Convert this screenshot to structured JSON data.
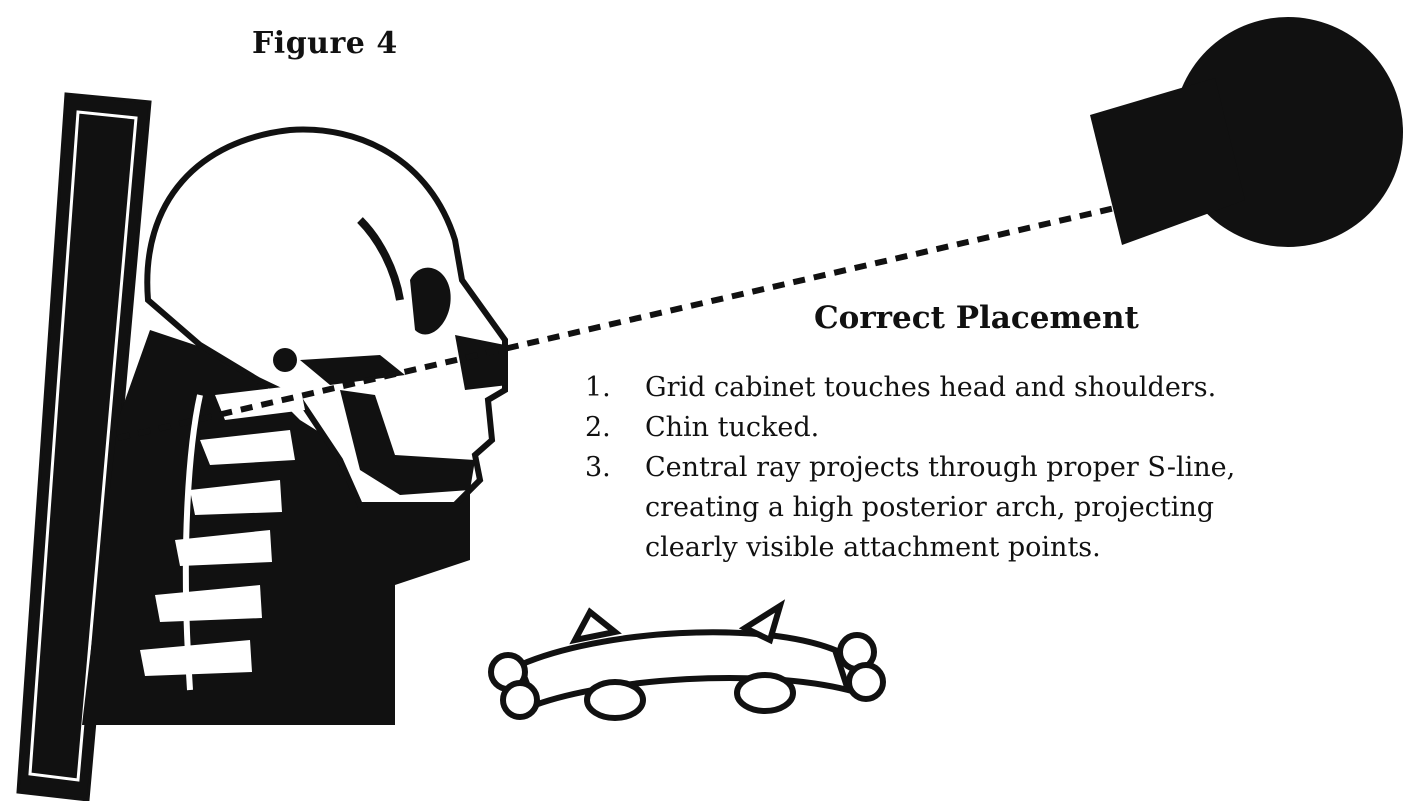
{
  "figure_label": "Figure 4",
  "caption": {
    "title": "Correct Placement",
    "steps": [
      {
        "number": "1.",
        "text": "Grid cabinet touches head and shoulders."
      },
      {
        "number": "2.",
        "text": "Chin tucked."
      },
      {
        "number": "3.",
        "text": "Central ray projects through proper S-line, creating a high posterior arch, projecting clearly visible attachment points."
      }
    ]
  },
  "colors": {
    "ink": "#111111",
    "paper": "#ffffff"
  }
}
